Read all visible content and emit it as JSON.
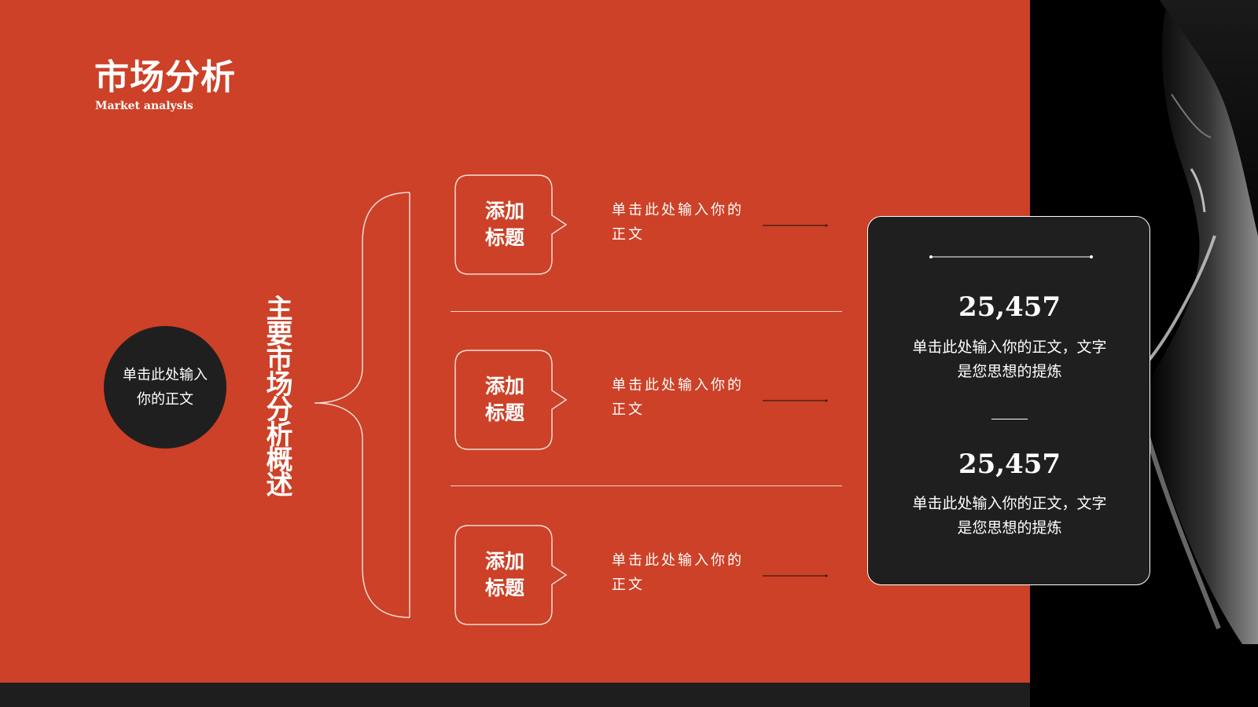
{
  "header": {
    "title": "市场分析",
    "subtitle": "Market analysis"
  },
  "center_circle": {
    "text": "单击此处输入你的正文"
  },
  "vertical_title": "主要市场分析概述",
  "rows": [
    {
      "bubble": "添加标题",
      "text": "单击此处输入你的正文"
    },
    {
      "bubble": "添加标题",
      "text": "单击此处输入你的正文"
    },
    {
      "bubble": "添加标题",
      "text": "单击此处输入你的正文"
    }
  ],
  "card": {
    "stats": [
      {
        "value": "25,457",
        "desc": "单击此处输入你的正文，文字是您思想的提炼"
      },
      {
        "value": "25,457",
        "desc": "单击此处输入你的正文，文字是您思想的提炼"
      }
    ]
  },
  "colors": {
    "accent_red": "#cc4127",
    "dark": "#1f1f1f",
    "white": "#ffffff"
  },
  "image": {
    "icon": "woman-portrait-photo"
  }
}
